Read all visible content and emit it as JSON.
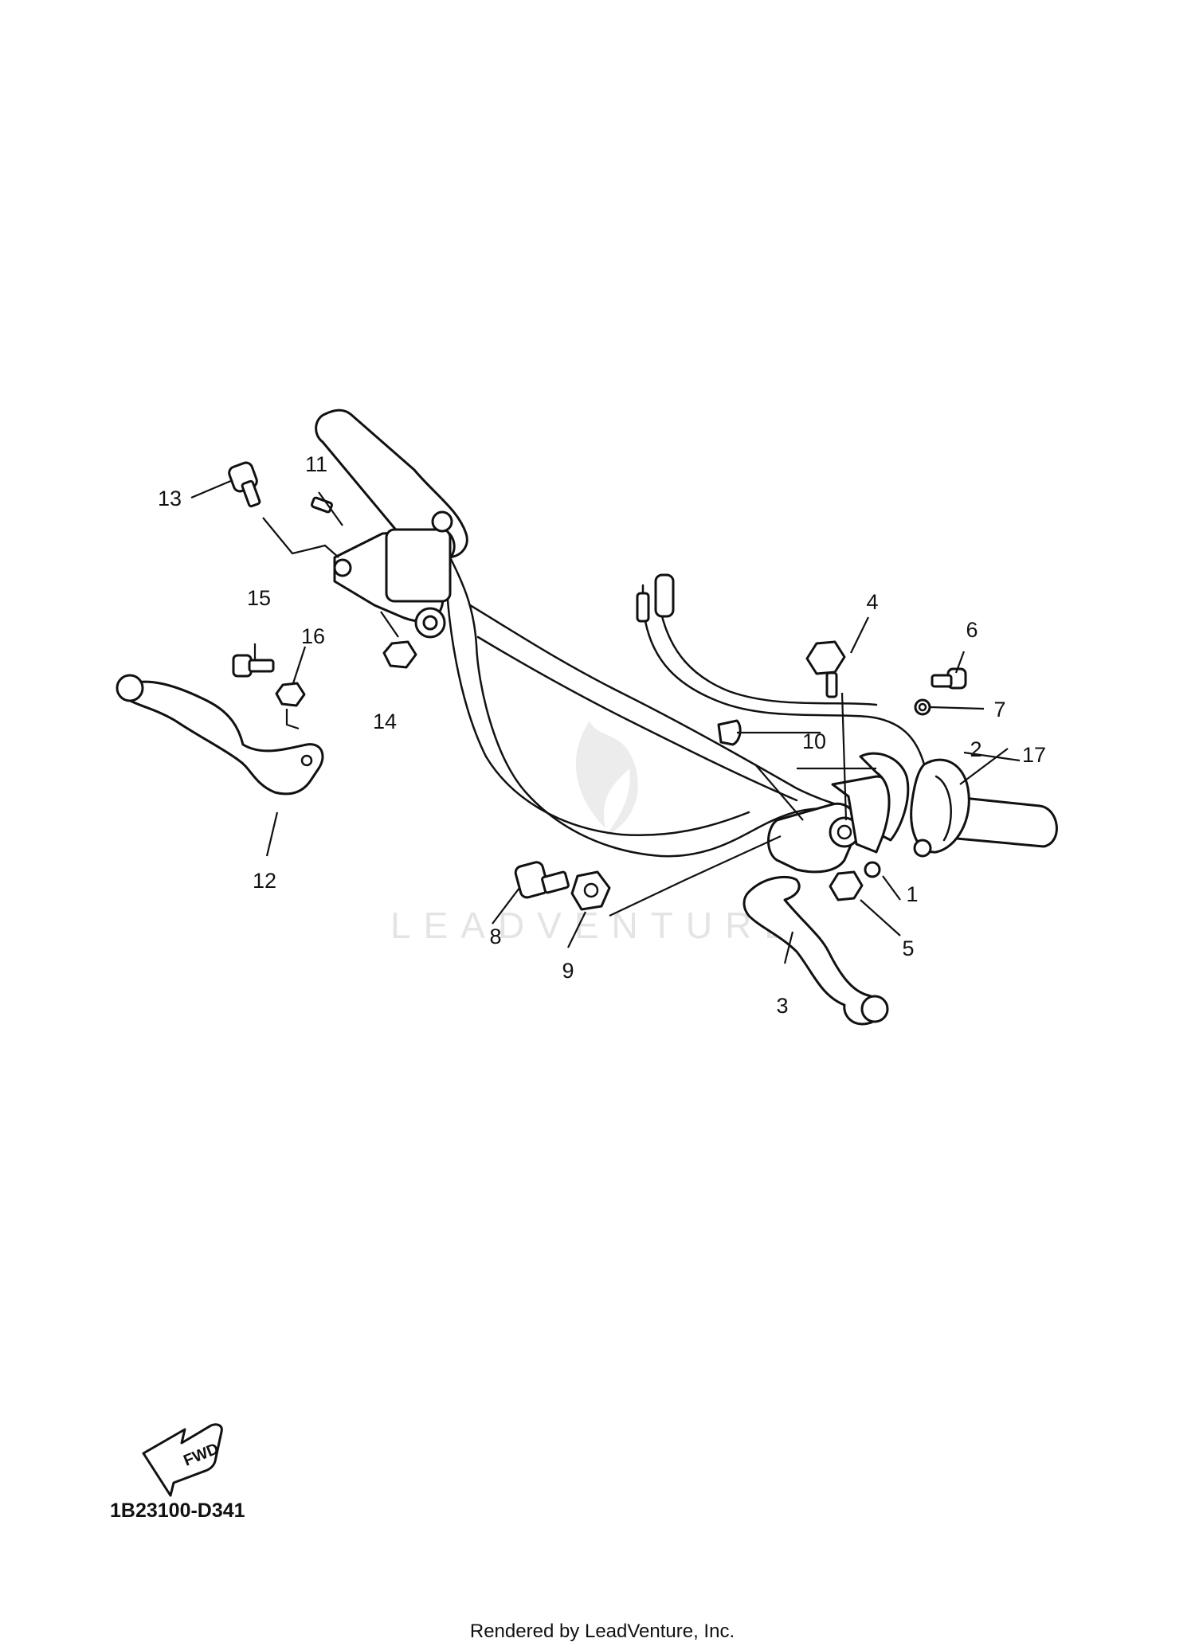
{
  "watermark": "LEADVENTURE",
  "callouts": {
    "c1": "1",
    "c2": "2",
    "c3": "3",
    "c4": "4",
    "c5": "5",
    "c6": "6",
    "c7": "7",
    "c8": "8",
    "c9": "9",
    "c10": "10",
    "c11": "11",
    "c12": "12",
    "c13": "13",
    "c14": "14",
    "c15": "15",
    "c16": "16",
    "c17": "17"
  },
  "fwd_label": "FWD",
  "diagram_code": "1B23100-D341",
  "render_credit": "Rendered by LeadVenture, Inc.",
  "colors": {
    "line": "#111111",
    "watermark": "#e4e4e4",
    "background": "#ffffff"
  }
}
